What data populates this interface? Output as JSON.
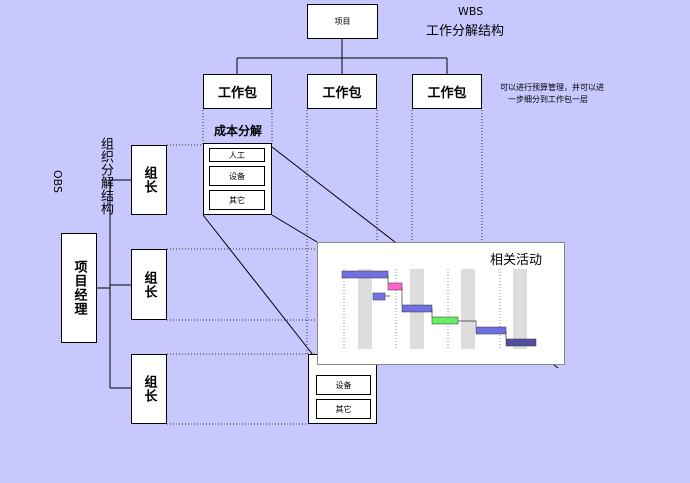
{
  "wbs": {
    "label": "WBS",
    "title": "工作分解结构",
    "root": "项目",
    "work_packages": [
      "工作包",
      "工作包",
      "工作包"
    ],
    "note_line1": "可以进行预算管理，并可以进",
    "note_line2": "一步细分到工作包一层"
  },
  "cost": {
    "title": "成本分解",
    "items": [
      "人工",
      "设备",
      "其它"
    ],
    "items_bottom": [
      "设备",
      "其它"
    ]
  },
  "obs": {
    "label": "OBS",
    "title": "组织分解结构",
    "manager": "项目经理",
    "leaders": [
      "组长",
      "组长",
      "组长"
    ]
  },
  "activities": {
    "title": "相关活动",
    "colors": {
      "bar_blue": "#7070e0",
      "bar_pink": "#ff66cc",
      "bar_green": "#66ee66",
      "bar_dark": "#5050a0"
    }
  }
}
